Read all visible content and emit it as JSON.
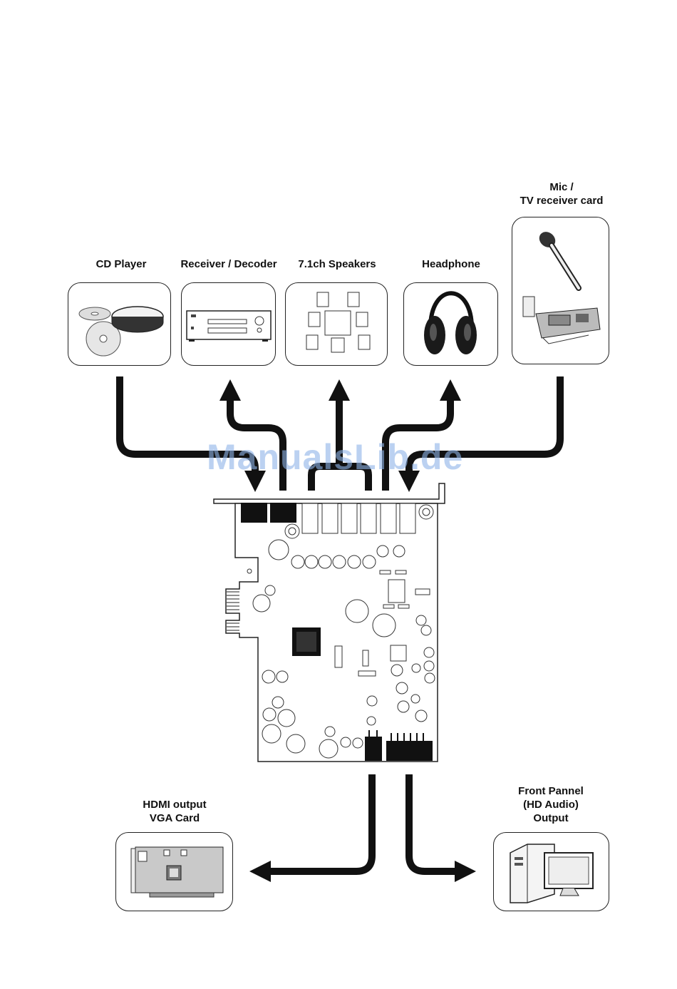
{
  "labels": {
    "cd_player": "CD Player",
    "receiver": "Receiver / Decoder",
    "speakers": "7.1ch Speakers",
    "headphone": "Headphone",
    "mic_line1": "Mic /",
    "mic_line2": "TV receiver card",
    "hdmi_line1": "HDMI output",
    "hdmi_line2": "VGA Card",
    "front_line1": "Front Pannel",
    "front_line2": "(HD Audio)",
    "front_line3": "Output"
  },
  "watermark": "ManualsLib.de",
  "colors": {
    "ink": "#111111",
    "watermark": "#8fb4e8"
  }
}
